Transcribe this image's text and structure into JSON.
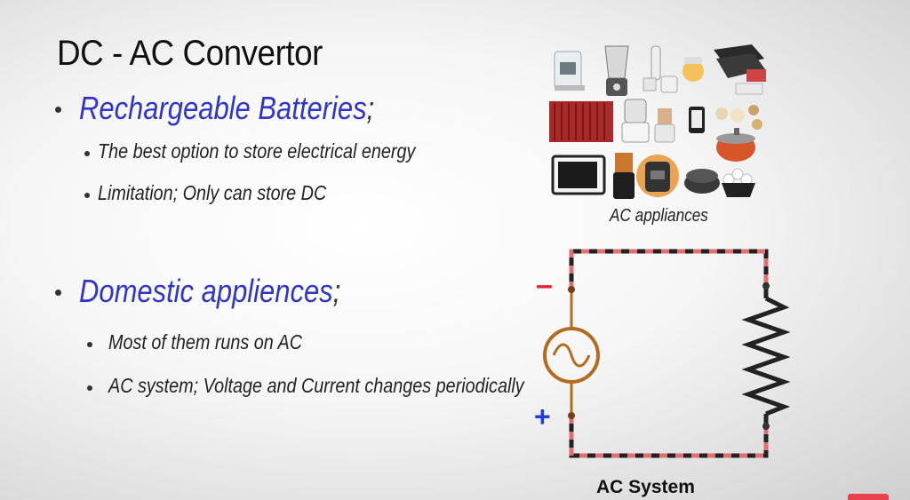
{
  "slide": {
    "title": "DC - AC Convertor",
    "sections": [
      {
        "heading": "Rechargeable Batteries",
        "heading_punct": ";",
        "points": [
          "The best option to store electrical energy",
          "Limitation; Only can store DC"
        ]
      },
      {
        "heading": "Domestic appliences",
        "heading_punct": ";",
        "points": [
          "Most of them runs on AC",
          "AC system; Voltage and Current changes periodically"
        ]
      }
    ],
    "appliances_caption": "AC appliances",
    "circuit_caption": "AC System",
    "minus_sign": "–",
    "plus_sign": "+"
  },
  "colors": {
    "heading_blue": "#2f35c9",
    "wire_dark": "#222222",
    "wire_red": "#e07070",
    "source_brown": "#b56b1f",
    "minus_red": "#e8262b",
    "plus_blue": "#1f3ad8"
  },
  "icons": [
    "ac-source-icon",
    "resistor-icon",
    "appliance-collage"
  ]
}
